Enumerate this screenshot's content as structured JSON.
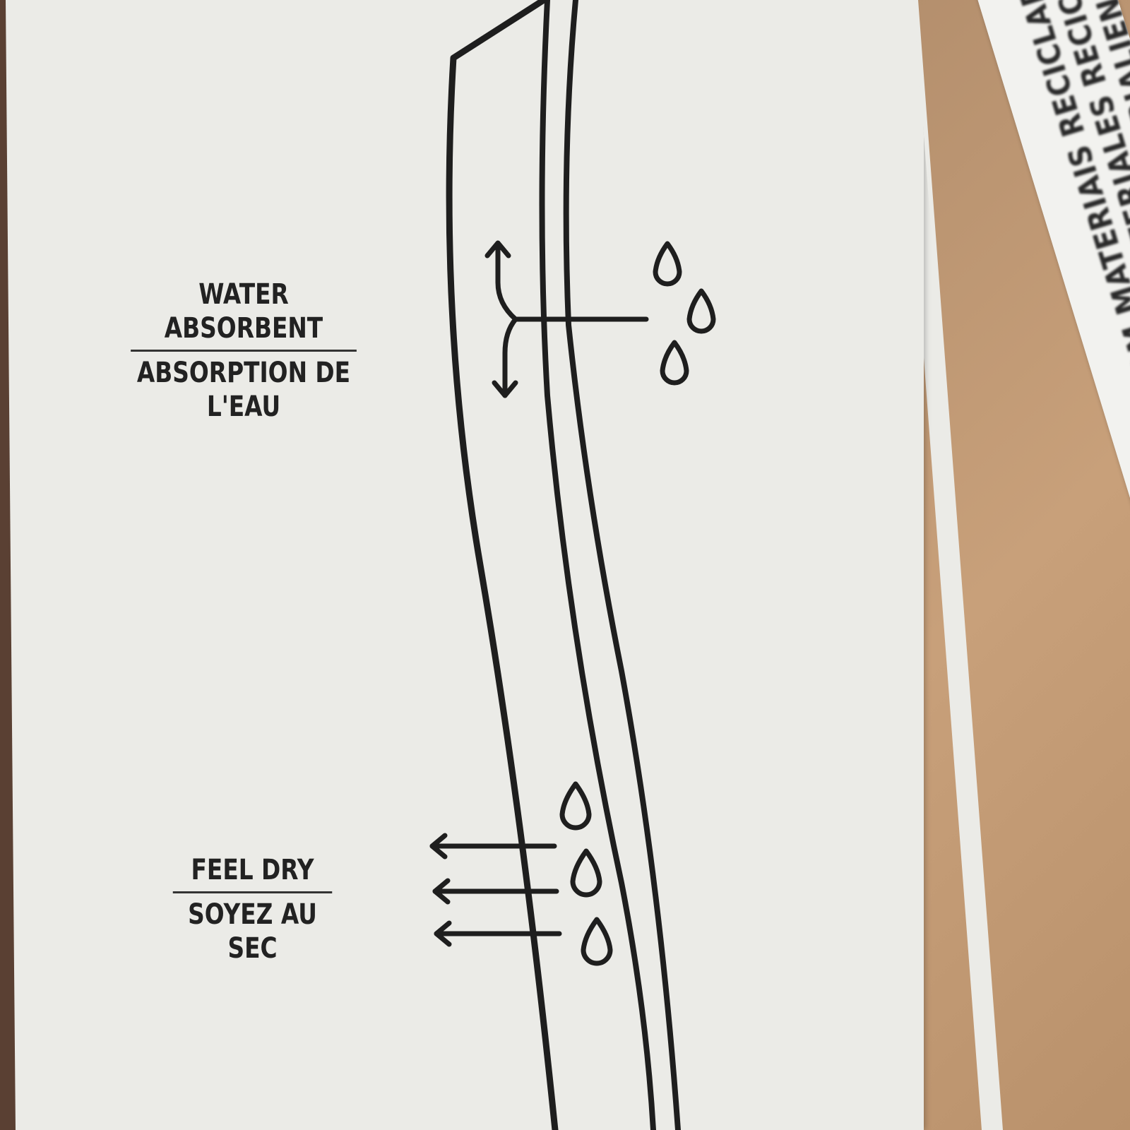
{
  "labels": {
    "water_absorbent": {
      "english": "WATER ABSORBENT",
      "french": "ABSORPTION DE L'EAU"
    },
    "feel_dry": {
      "english": "FEEL DRY",
      "french": "SOYEZ AU SEC"
    }
  },
  "side_label": {
    "line_1": "MIT RECYCELTEN MATERIALIEN RECICLADO",
    "line_2": "HECHO CON MATERIALES RECICLADOS",
    "line_3": "FEITO COM MATERIAIS RECICLADOS"
  },
  "colors": {
    "tag": "#ebebe7",
    "ink": "#222222",
    "background": "#b48f6d"
  },
  "icons": [
    "arrow-up-icon",
    "arrow-down-icon",
    "water-drop-icon",
    "arrow-left-icon"
  ]
}
